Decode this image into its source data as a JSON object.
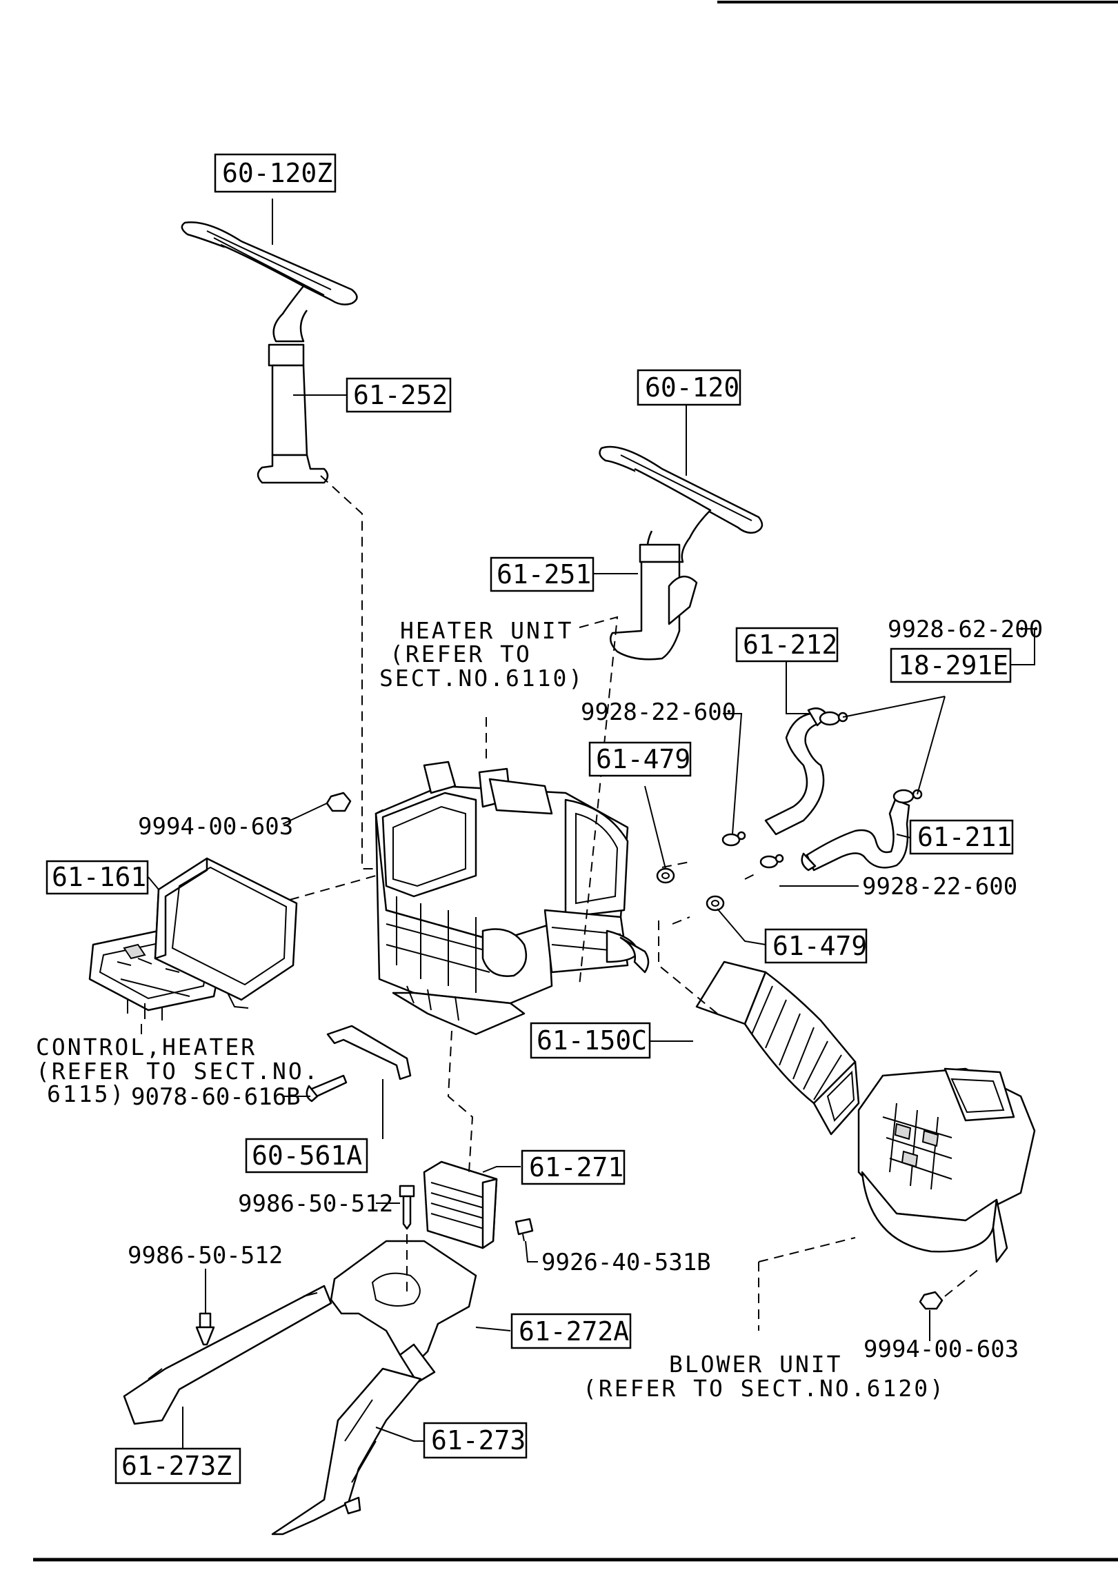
{
  "parts": {
    "p_60_120Z": "60-120Z",
    "p_61_252": "61-252",
    "p_60_120": "60-120",
    "p_61_251": "61-251",
    "p_9928_62_200": "9928-62-200",
    "p_18_291E": "18-291E",
    "p_61_212": "61-212",
    "p_9928_22_600_a": "9928-22-600",
    "p_61_479_a": "61-479",
    "p_9994_00_603_a": "9994-00-603",
    "p_61_211": "61-211",
    "p_61_161": "61-161",
    "p_9928_22_600_b": "9928-22-600",
    "p_61_479_b": "61-479",
    "p_61_150C": "61-150C",
    "p_9078_60_616B": "9078-60-616B",
    "p_60_561A": "60-561A",
    "p_61_271": "61-271",
    "p_9986_50_512_a": "9986-50-512",
    "p_9926_40_531B": "9926-40-531B",
    "p_9986_50_512_b": "9986-50-512",
    "p_61_272A": "61-272A",
    "p_61_273Z": "61-273Z",
    "p_61_273": "61-273",
    "p_9994_00_603_b": "9994-00-603"
  },
  "notes": {
    "heater_unit": [
      "HEATER UNIT",
      "(REFER TO",
      "SECT.NO.6110)"
    ],
    "control_heater": [
      "CONTROL,HEATER",
      "(REFER TO SECT.NO.",
      "6115)"
    ],
    "blower_unit": [
      "BLOWER UNIT",
      "(REFER TO SECT.NO.6120)"
    ]
  }
}
